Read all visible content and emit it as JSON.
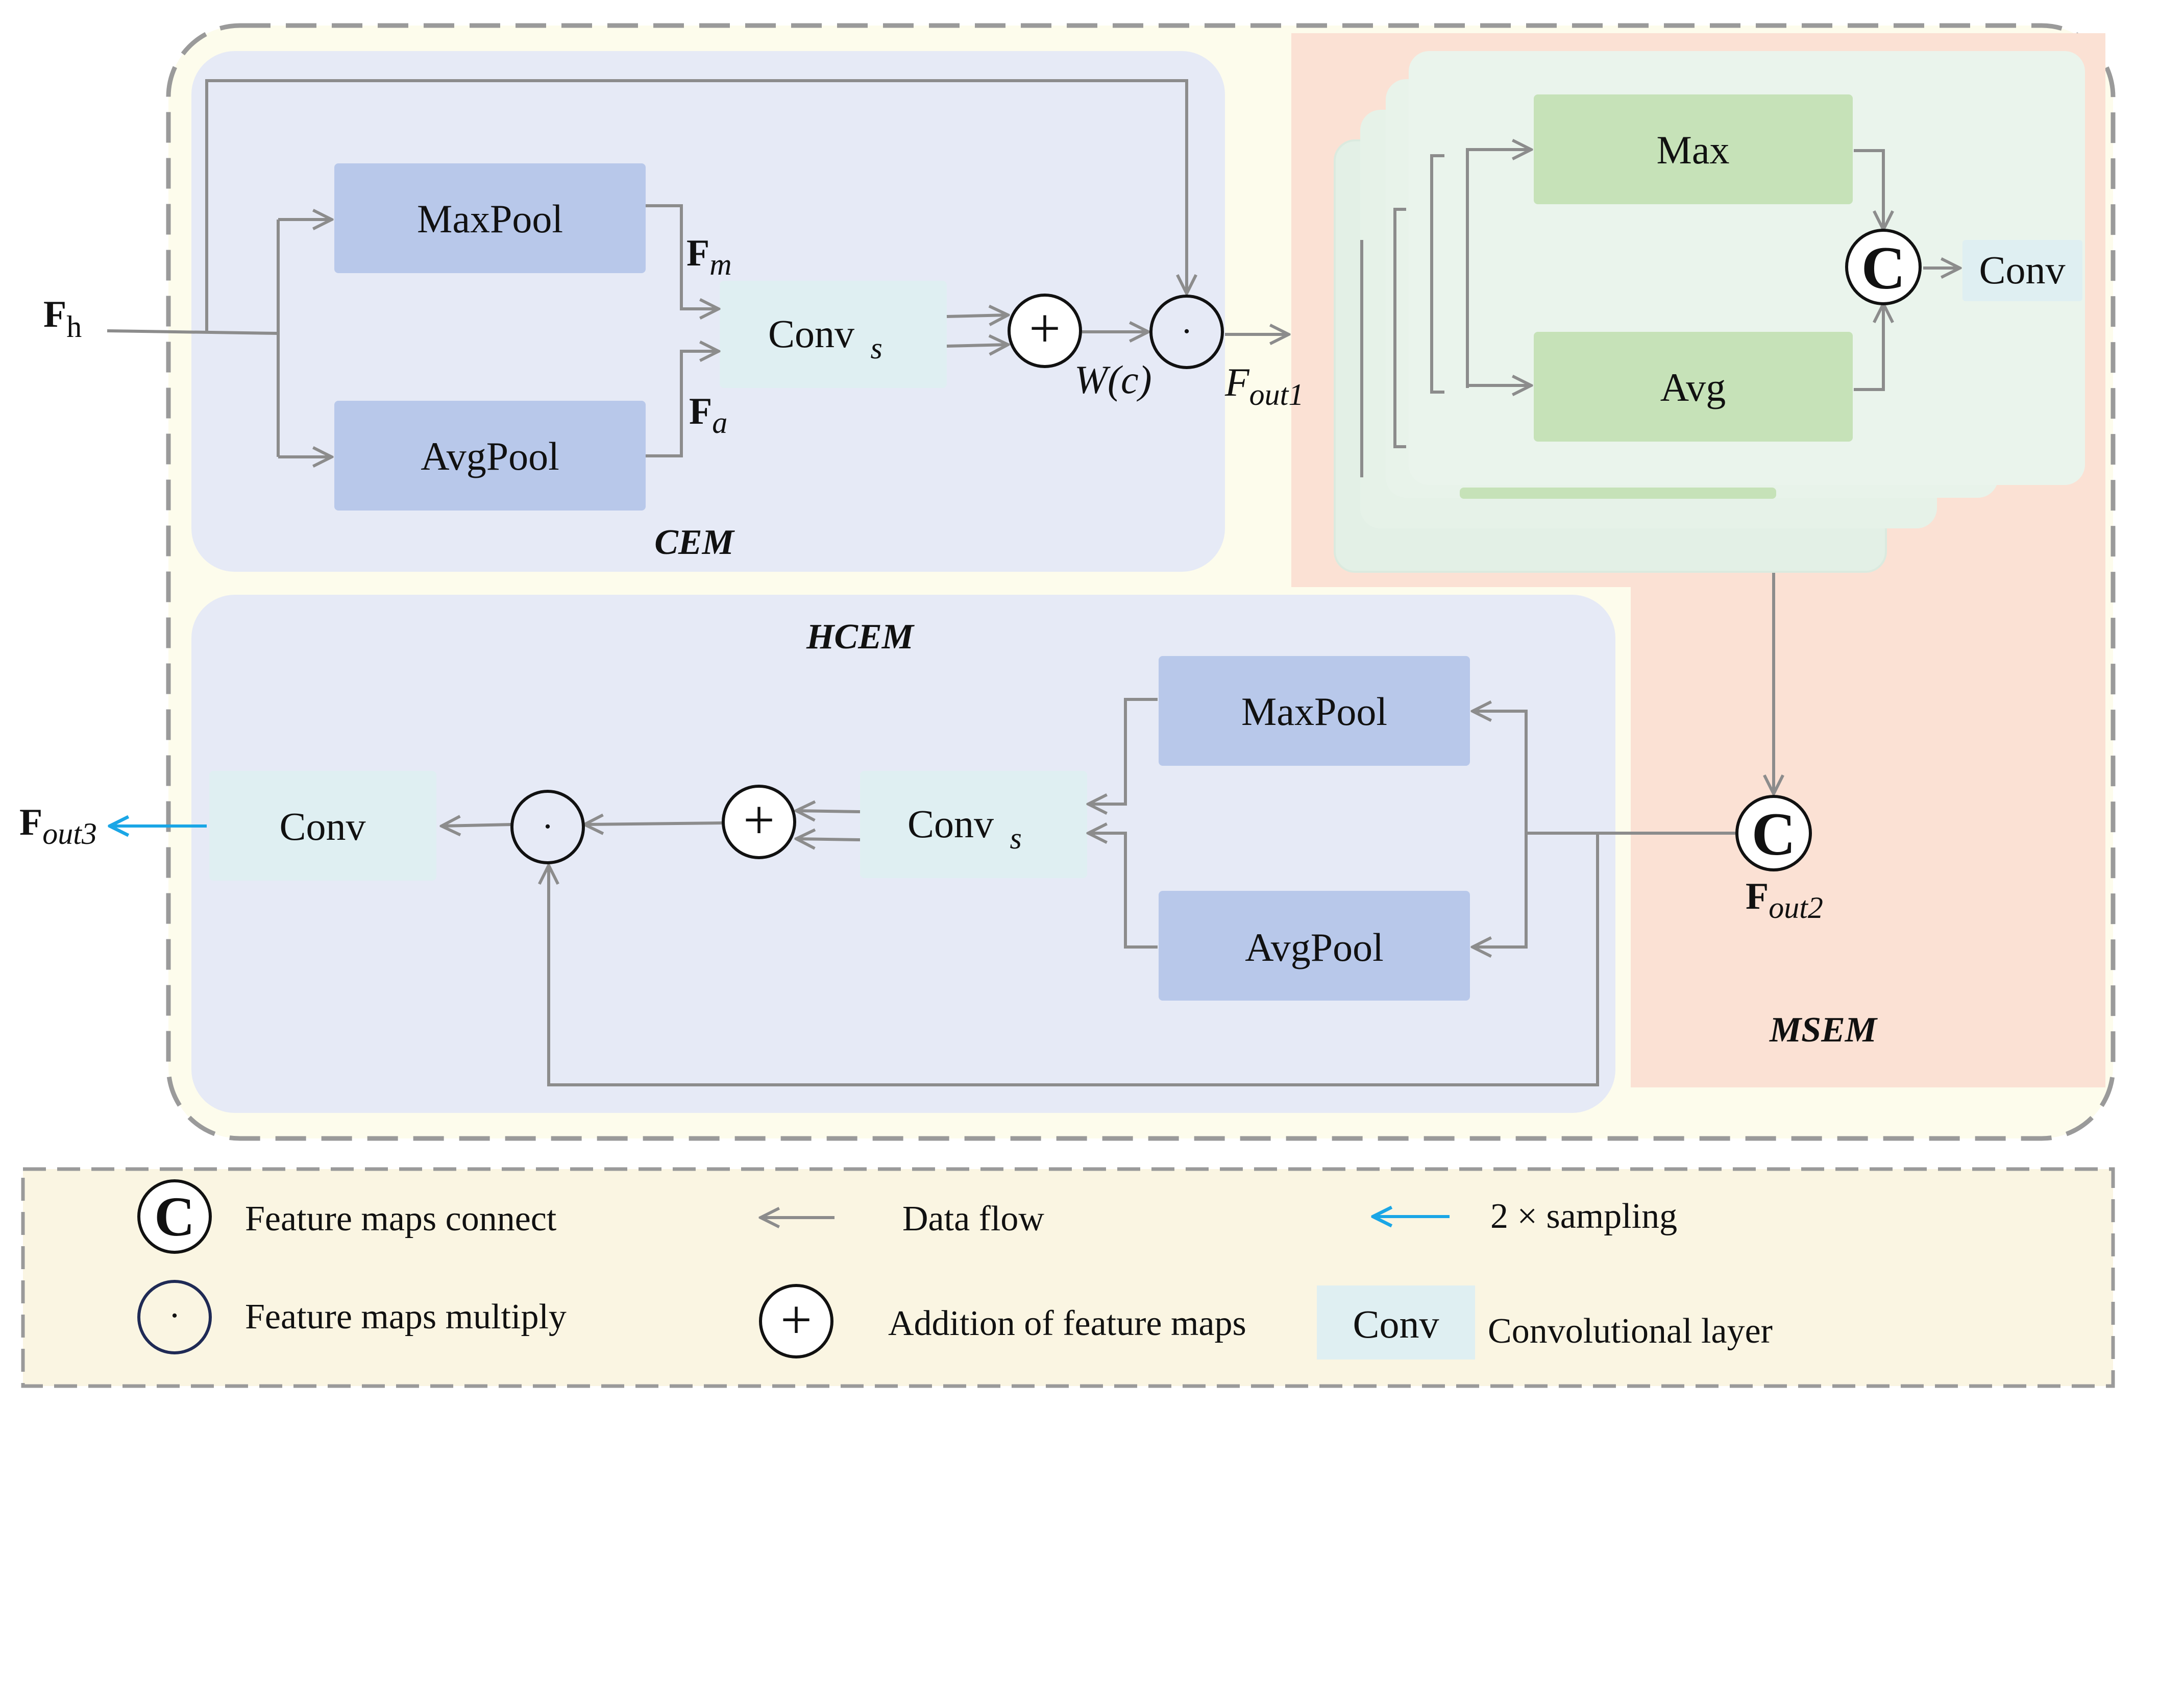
{
  "modules": {
    "cem": {
      "title": "CEM"
    },
    "hcem": {
      "title": "HCEM"
    },
    "msem": {
      "title": "MSEM"
    }
  },
  "blocks": {
    "cem_maxpool": "MaxPool",
    "cem_avgpool": "AvgPool",
    "cem_conv_s": {
      "base": "Conv",
      "sub": "s"
    },
    "msem_max": "Max",
    "msem_avg": "Avg",
    "msem_conv": "Conv",
    "hcem_maxpool": "MaxPool",
    "hcem_avgpool": "AvgPool",
    "hcem_conv_s": {
      "base": "Conv",
      "sub": "s"
    },
    "hcem_conv": "Conv"
  },
  "variables": {
    "f_h": {
      "base": "F",
      "sub": "h"
    },
    "f_m": {
      "base": "F",
      "sub": "m"
    },
    "f_a": {
      "base": "F",
      "sub": "a"
    },
    "weight": "W(c)",
    "f_out1": {
      "base": "F",
      "sub": "out1"
    },
    "f_out2": {
      "base": "F",
      "sub": "out2"
    },
    "f_out3": {
      "base": "F",
      "sub": "out3"
    }
  },
  "symbols": {
    "concat": "C",
    "add": "+",
    "multiply": "·"
  },
  "legend": {
    "concat_label": "Feature maps connect",
    "multiply_label": "Feature maps multiply",
    "data_flow_label": "Data flow",
    "add_label": "Addition of feature maps",
    "sampling_label": "2 × sampling",
    "conv_box": "Conv",
    "conv_label": "Convolutional layer"
  },
  "colors": {
    "outer_bg": "#fdfcec",
    "module_bg": "#e6eaf6",
    "pool_block": "#b8c8ea",
    "conv_block": "#dfeff2",
    "msem_bg": "#fbe1d4",
    "msem_card": "#e8f3ea",
    "max_avg_block": "#c6e2b8",
    "legend_bg": "#faf5e2",
    "flow_arrow": "#8c8c8c",
    "sampling_arrow": "#1aa6e6"
  }
}
